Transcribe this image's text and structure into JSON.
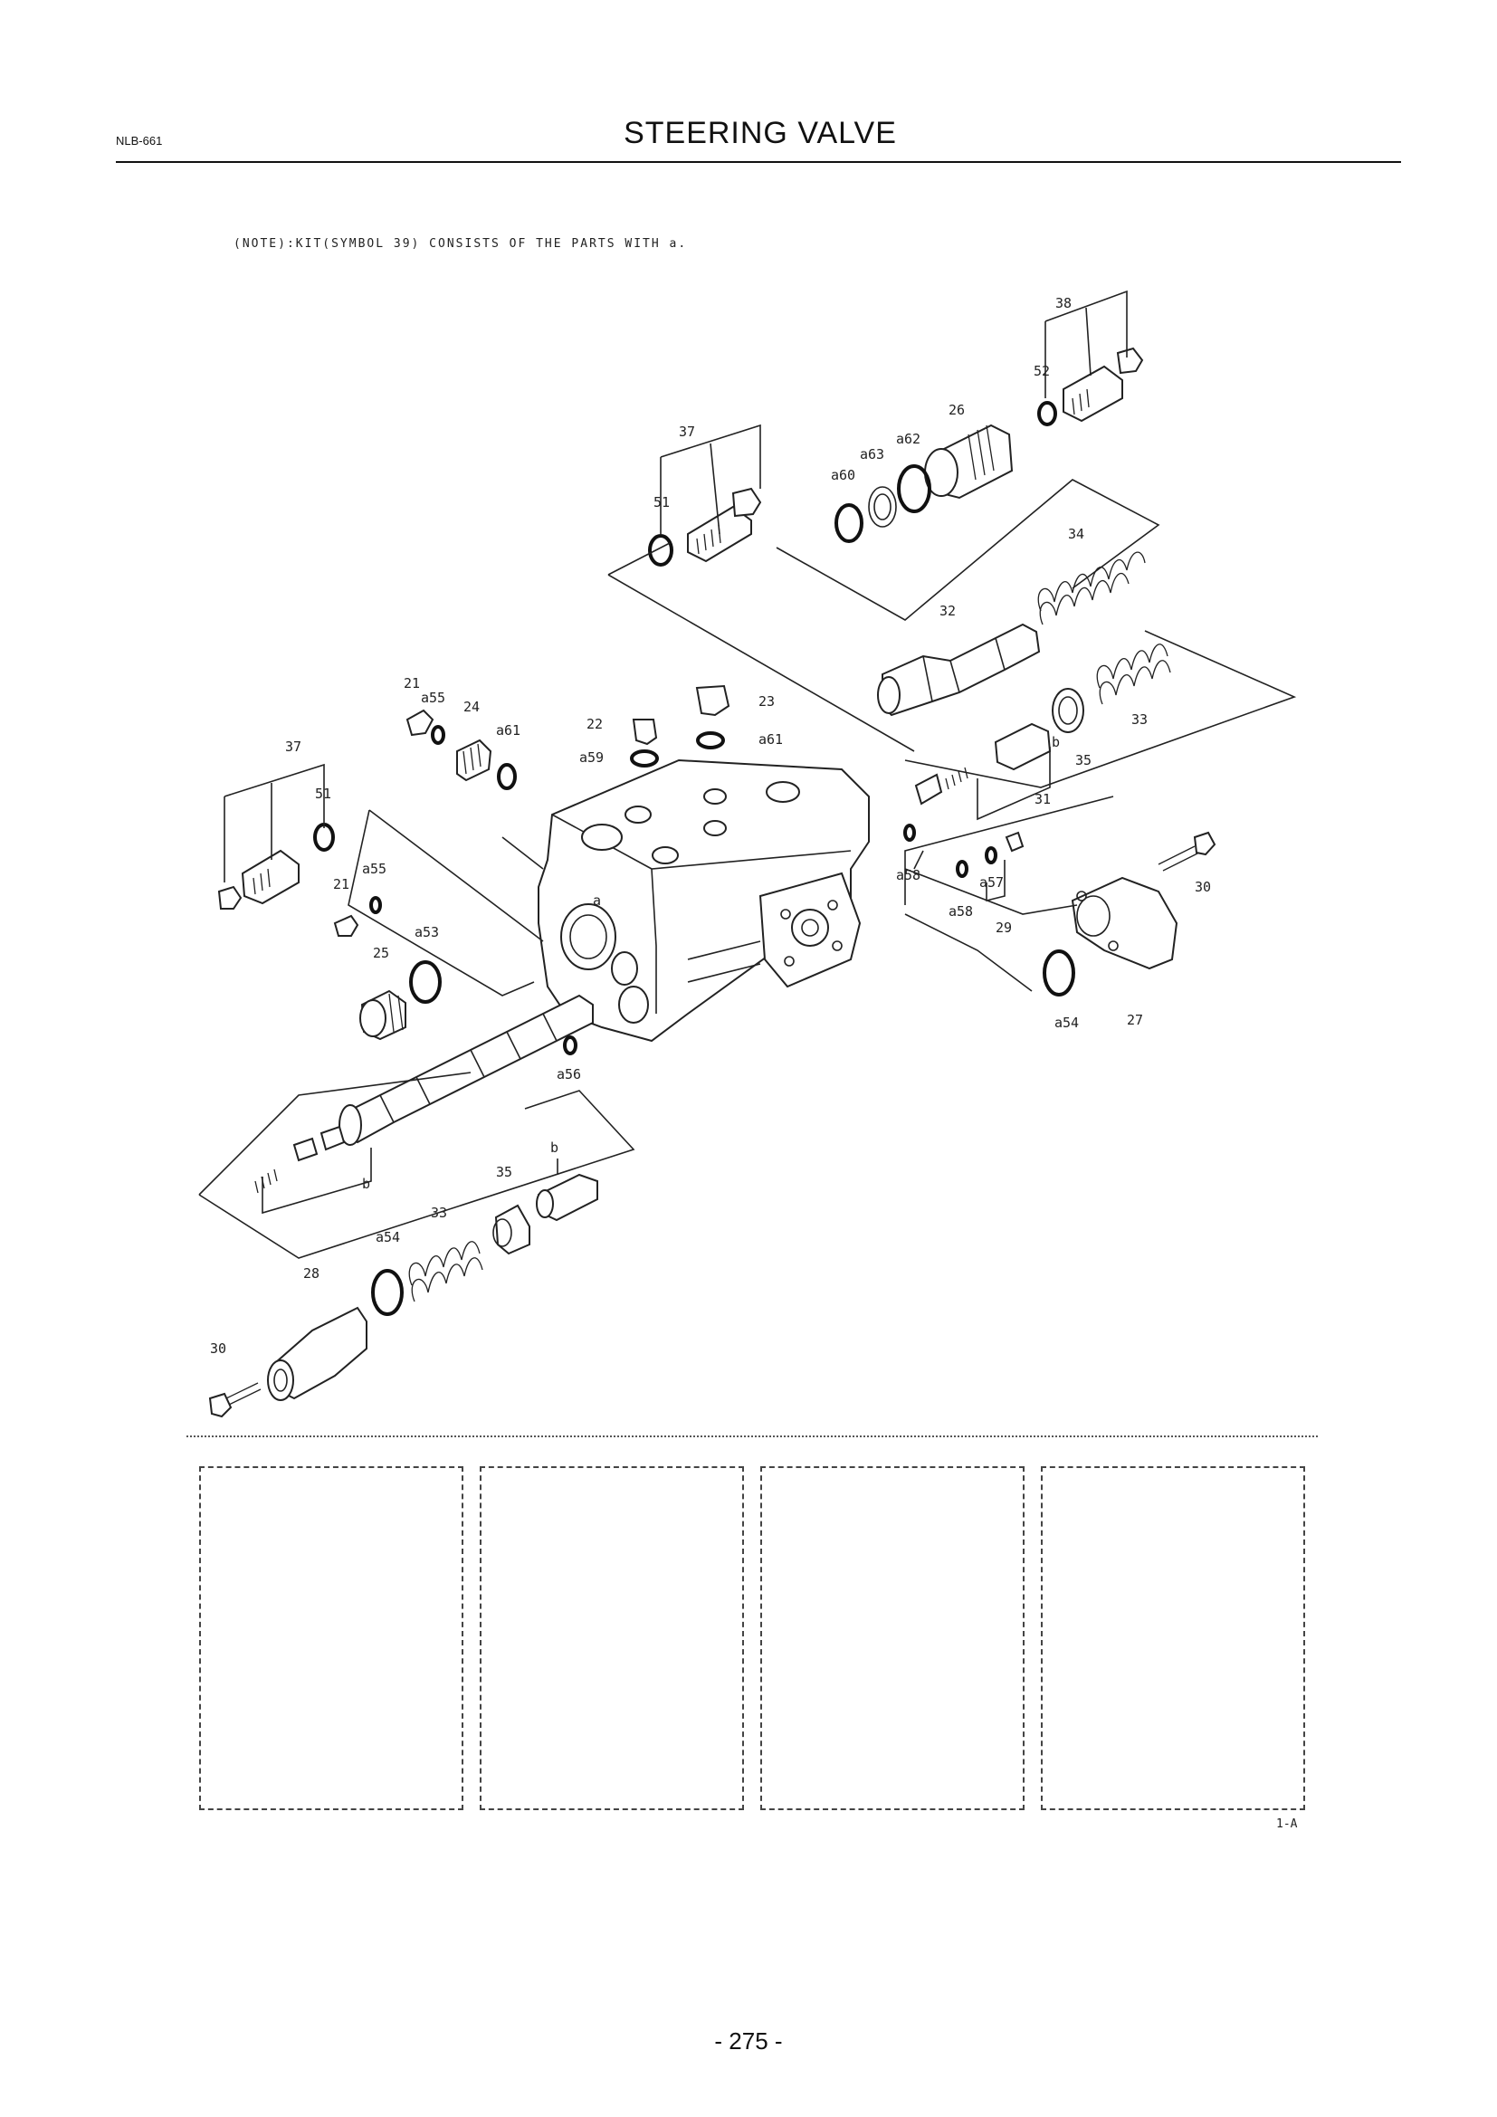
{
  "header": {
    "code": "NLB-661",
    "title": "STEERING VALVE"
  },
  "note": "(NOTE):KIT(SYMBOL 39) CONSISTS OF THE PARTS WITH a.",
  "callouts": {
    "c38": "38",
    "c52": "52",
    "c26": "26",
    "c37a": "37",
    "c51a": "51",
    "a62": "a62",
    "a63": "a63",
    "a60": "a60",
    "c34": "34",
    "c32": "32",
    "c21a": "21",
    "a55a": "a55",
    "c24": "24",
    "a61a": "a61",
    "c23": "23",
    "c22": "22",
    "a59": "a59",
    "a61b": "a61",
    "c33a": "33",
    "c35a": "35",
    "b1": "b",
    "c31": "31",
    "c37b": "37",
    "c51b": "51",
    "a55b": "a55",
    "c21b": "21",
    "a53": "a53",
    "c25": "25",
    "a58a": "a58",
    "a57": "a57",
    "a58b": "a58",
    "c29": "29",
    "c30a": "30",
    "a54a": "a54",
    "c27": "27",
    "a56": "a56",
    "b2": "b",
    "b3": "b",
    "c35b": "35",
    "c33b": "33",
    "a54b": "a54",
    "c28": "28",
    "c30b": "30",
    "a_body": "a"
  },
  "ref_code": "1-A",
  "page_number": "- 275 -"
}
